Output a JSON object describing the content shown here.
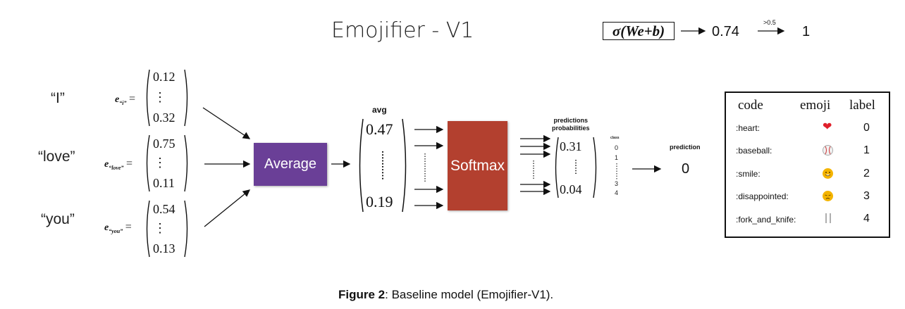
{
  "title": "Emojifier - V1",
  "formula": {
    "expr": "σ(We+b)",
    "prob_value": "0.74",
    "threshold": ">0.5",
    "output": "1"
  },
  "inputs": [
    {
      "word": "“I”",
      "emb_label": "e",
      "emb_sub": "“i”",
      "top": "0.12",
      "bottom": "0.32",
      "dots": "⋮"
    },
    {
      "word": "“love”",
      "emb_label": "e",
      "emb_sub": "“love”",
      "top": "0.75",
      "bottom": "0.11",
      "dots": "⋮"
    },
    {
      "word": "“you”",
      "emb_label": "e",
      "emb_sub": "“you”",
      "top": "0.54",
      "bottom": "0.13",
      "dots": "⋮"
    }
  ],
  "eq_sign": "=",
  "average_label": "Average",
  "avg": {
    "heading": "avg",
    "top": "0.47",
    "bottom": "0.19"
  },
  "softmax_label": "Softmax",
  "probs": {
    "heading_1": "predictions",
    "heading_2": "probabilities",
    "top": "0.31",
    "bottom": "0.04"
  },
  "class_column": {
    "heading": "class",
    "items": [
      "0",
      "1",
      "3",
      "4"
    ]
  },
  "prediction": {
    "heading": "prediction",
    "value": "0"
  },
  "table": {
    "headers": [
      "code",
      "emoji",
      "label"
    ],
    "rows": [
      {
        "code": ":heart:",
        "emoji": "❤️",
        "emoji_icon": "heart-emoji-icon",
        "label": "0"
      },
      {
        "code": ":baseball:",
        "emoji": "⚾",
        "emoji_icon": "baseball-emoji-icon",
        "label": "1"
      },
      {
        "code": ":smile:",
        "emoji": "😀",
        "emoji_icon": "smile-emoji-icon",
        "label": "2"
      },
      {
        "code": ":disappointed:",
        "emoji": "😞",
        "emoji_icon": "disappointed-emoji-icon",
        "label": "3"
      },
      {
        "code": ":fork_and_knife:",
        "emoji": "🍴",
        "emoji_icon": "fork-and-knife-emoji-icon",
        "label": "4"
      }
    ]
  },
  "caption": {
    "bold": "Figure 2",
    "rest": ": Baseline model (Emojifier-V1)."
  },
  "colors": {
    "average_box": "#6a3f97",
    "softmax_box": "#b3402f",
    "heart": "#e0202b",
    "smile": "#f4b400"
  }
}
